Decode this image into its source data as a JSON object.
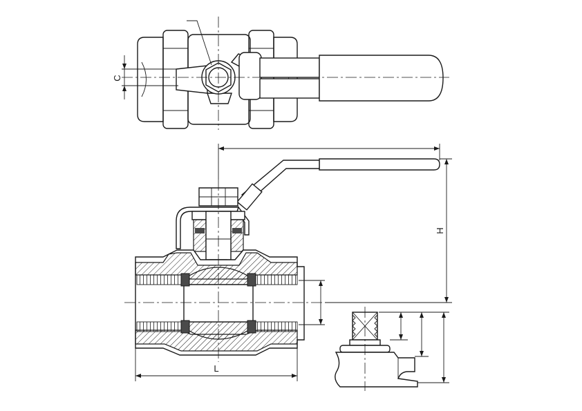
{
  "dimension_labels": {
    "c": "C",
    "h": "H",
    "l": "L"
  }
}
